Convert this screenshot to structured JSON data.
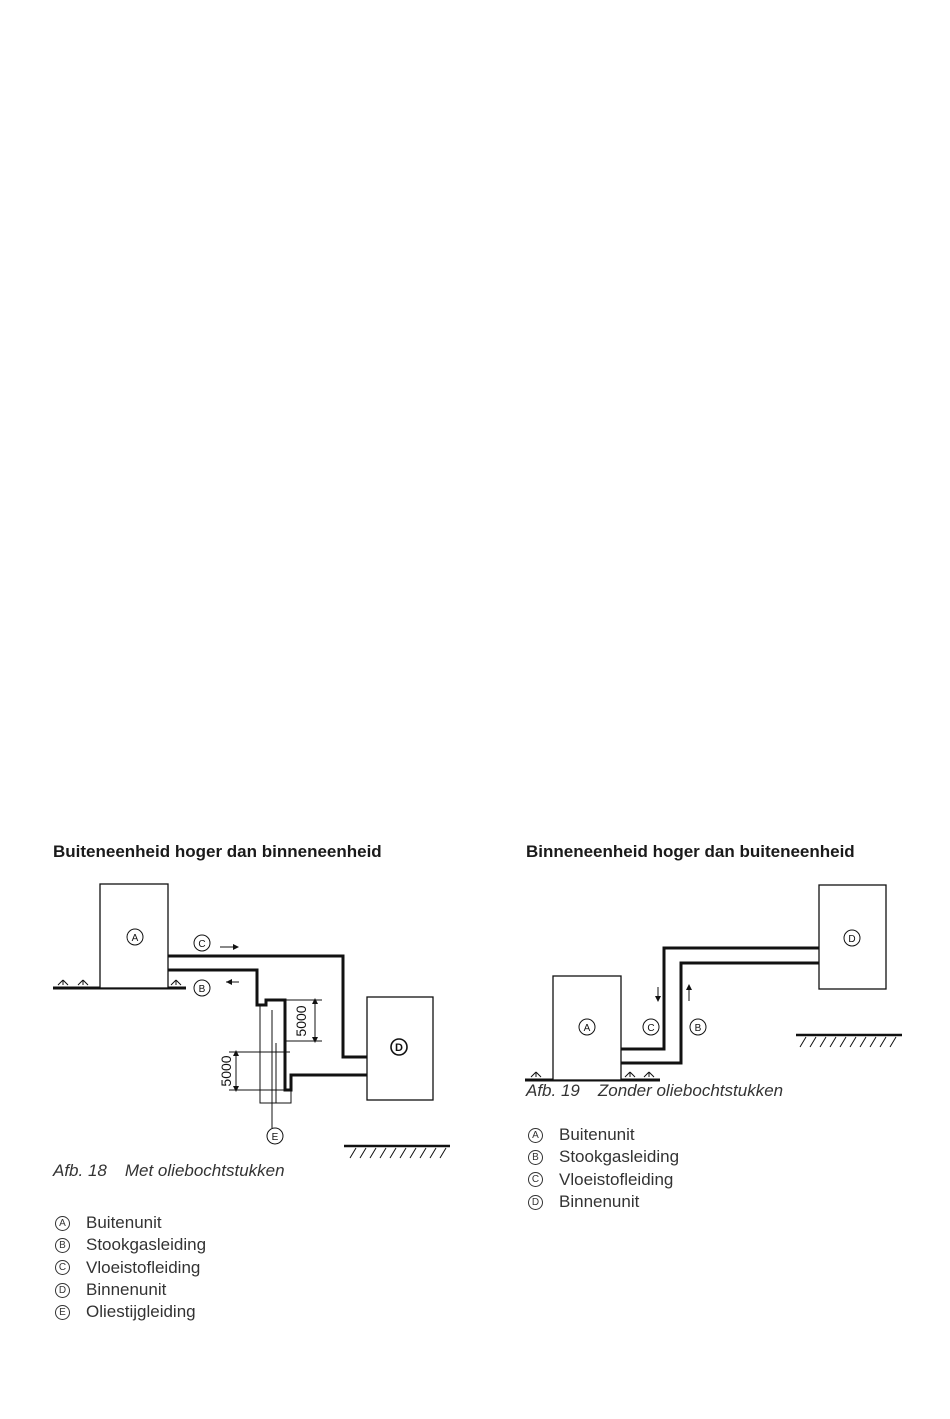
{
  "fig18": {
    "heading": "Buiteneenheid hoger dan binneneenheid",
    "caption_num": "Afb. 18",
    "caption_text": "Met oliebochtstukken",
    "dim_upper": "5000",
    "dim_lower": "5000",
    "markers": {
      "A": "A",
      "B": "B",
      "C": "C",
      "D": "D",
      "E": "E"
    },
    "legend": [
      {
        "key": "A",
        "label": "Buitenunit"
      },
      {
        "key": "B",
        "label": "Stookgasleiding"
      },
      {
        "key": "C",
        "label": "Vloeistofleiding"
      },
      {
        "key": "D",
        "label": "Binnenunit"
      },
      {
        "key": "E",
        "label": "Oliestijgleiding"
      }
    ]
  },
  "fig19": {
    "heading": "Binneneenheid hoger dan buiteneenheid",
    "caption_num": "Afb. 19",
    "caption_text": "Zonder oliebochtstukken",
    "markers": {
      "A": "A",
      "B": "B",
      "C": "C",
      "D": "D"
    },
    "legend": [
      {
        "key": "A",
        "label": "Buitenunit"
      },
      {
        "key": "B",
        "label": "Stookgasleiding"
      },
      {
        "key": "C",
        "label": "Vloeistofleiding"
      },
      {
        "key": "D",
        "label": "Binnenunit"
      }
    ]
  }
}
